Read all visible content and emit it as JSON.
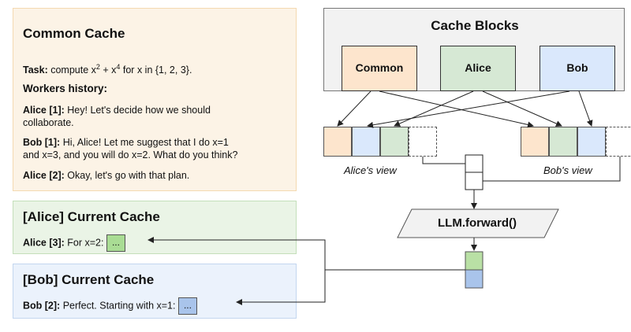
{
  "common": {
    "title": "Common Cache",
    "task_label": "Task:",
    "task_text_pre": " compute x",
    "task_sup1": "2",
    "task_mid": " + x",
    "task_sup2": "4",
    "task_post": " for x in {1, 2, 3}.",
    "history_title": "Workers history:",
    "history": [
      {
        "speaker": "Alice [1]:",
        "line1": " Hey! Let's decide how we should",
        "line2": "collaborate."
      },
      {
        "speaker": "Bob [1]:",
        "line1": " Hi, Alice! Let me suggest that I do x=1",
        "line2": "and x=3, and you will do x=2. What do you think?"
      },
      {
        "speaker": "Alice [2]:",
        "line1": " Okay, let's go with that plan.",
        "line2": ""
      }
    ]
  },
  "alice_current": {
    "title": "[Alice] Current Cache",
    "speaker": "Alice [3]:",
    "text": " For x=2: ",
    "dots": "..."
  },
  "bob_current": {
    "title": "[Bob] Current Cache",
    "speaker": "Bob [2]:",
    "text": " Perfect. Starting with x=1: ",
    "dots": "..."
  },
  "cache_blocks": {
    "title": "Cache Blocks",
    "blocks": [
      "Common",
      "Alice",
      "Bob"
    ]
  },
  "views": {
    "alice_label": "Alice's view",
    "bob_label": "Bob's view"
  },
  "llm": {
    "label": "LLM.forward()"
  },
  "colors": {
    "common": "#fde5cd",
    "alice": "#d6e8d4",
    "bob": "#dae8fc",
    "output_green": "#b9e0a5",
    "output_blue": "#a9c4eb"
  }
}
